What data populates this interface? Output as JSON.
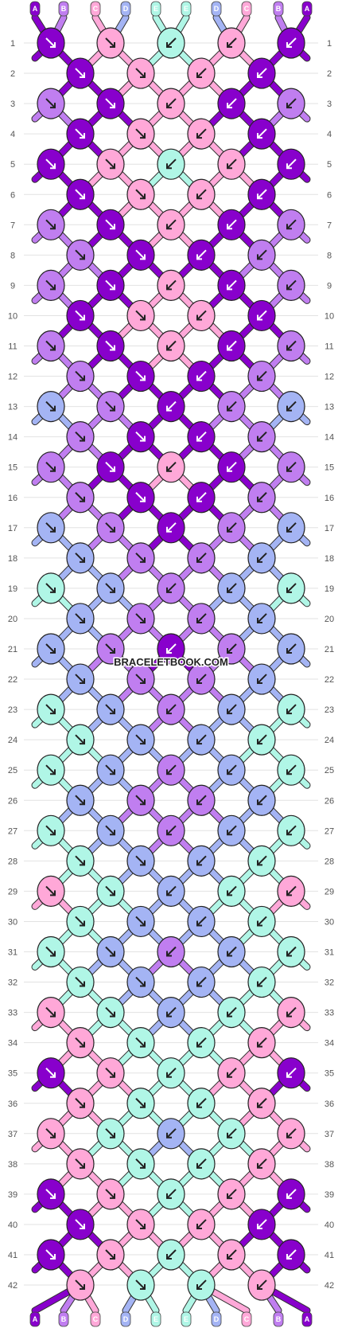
{
  "watermark": "BRACELETBOOK.COM",
  "strand_letters": [
    "A",
    "B",
    "C",
    "D",
    "E",
    "E",
    "D",
    "C",
    "B",
    "A"
  ],
  "row_numbers": [
    "1",
    "2",
    "3",
    "4",
    "5",
    "6",
    "7",
    "8",
    "9",
    "10",
    "11",
    "12",
    "13",
    "14",
    "15",
    "16",
    "17",
    "18",
    "19",
    "20",
    "21",
    "22",
    "23",
    "24",
    "25",
    "26",
    "27",
    "28",
    "29",
    "30",
    "31",
    "32",
    "33",
    "34",
    "35",
    "36",
    "37",
    "38",
    "39",
    "40",
    "41",
    "42"
  ],
  "colors": {
    "A": "#8800cc",
    "B": "#c07ef0",
    "C": "#ffa8d8",
    "D": "#a4b4f4",
    "E": "#b0f6e6"
  },
  "knots": [
    [
      "A",
      "C",
      "E",
      "C",
      "A"
    ],
    [
      "A",
      "C",
      "C",
      "A"
    ],
    [
      "B",
      "A",
      "C",
      "A",
      "B"
    ],
    [
      "A",
      "C",
      "C",
      "A"
    ],
    [
      "A",
      "C",
      "E",
      "C",
      "A"
    ],
    [
      "A",
      "C",
      "C",
      "A"
    ],
    [
      "B",
      "A",
      "C",
      "A",
      "B"
    ],
    [
      "B",
      "A",
      "A",
      "B"
    ],
    [
      "B",
      "A",
      "C",
      "A",
      "B"
    ],
    [
      "A",
      "C",
      "C",
      "A"
    ],
    [
      "B",
      "A",
      "C",
      "A",
      "B"
    ],
    [
      "B",
      "A",
      "A",
      "B"
    ],
    [
      "D",
      "B",
      "A",
      "B",
      "D"
    ],
    [
      "B",
      "A",
      "A",
      "B"
    ],
    [
      "B",
      "A",
      "C",
      "A",
      "B"
    ],
    [
      "B",
      "A",
      "A",
      "B"
    ],
    [
      "D",
      "B",
      "A",
      "B",
      "D"
    ],
    [
      "D",
      "B",
      "B",
      "D"
    ],
    [
      "E",
      "D",
      "B",
      "D",
      "E"
    ],
    [
      "D",
      "B",
      "B",
      "D"
    ],
    [
      "D",
      "B",
      "A",
      "B",
      "D"
    ],
    [
      "D",
      "B",
      "B",
      "D"
    ],
    [
      "E",
      "D",
      "B",
      "D",
      "E"
    ],
    [
      "E",
      "D",
      "D",
      "E"
    ],
    [
      "E",
      "D",
      "B",
      "D",
      "E"
    ],
    [
      "D",
      "B",
      "B",
      "D"
    ],
    [
      "E",
      "D",
      "B",
      "D",
      "E"
    ],
    [
      "E",
      "D",
      "D",
      "E"
    ],
    [
      "C",
      "E",
      "D",
      "E",
      "C"
    ],
    [
      "E",
      "D",
      "D",
      "E"
    ],
    [
      "E",
      "D",
      "B",
      "D",
      "E"
    ],
    [
      "E",
      "D",
      "D",
      "E"
    ],
    [
      "C",
      "E",
      "D",
      "E",
      "C"
    ],
    [
      "C",
      "E",
      "E",
      "C"
    ],
    [
      "A",
      "C",
      "E",
      "C",
      "A"
    ],
    [
      "C",
      "E",
      "E",
      "C"
    ],
    [
      "C",
      "E",
      "D",
      "E",
      "C"
    ],
    [
      "C",
      "E",
      "E",
      "C"
    ],
    [
      "A",
      "C",
      "E",
      "C",
      "A"
    ],
    [
      "A",
      "C",
      "C",
      "A"
    ],
    [
      "A",
      "C",
      "E",
      "C",
      "A"
    ],
    [
      "C",
      "E",
      "E",
      "C"
    ]
  ]
}
